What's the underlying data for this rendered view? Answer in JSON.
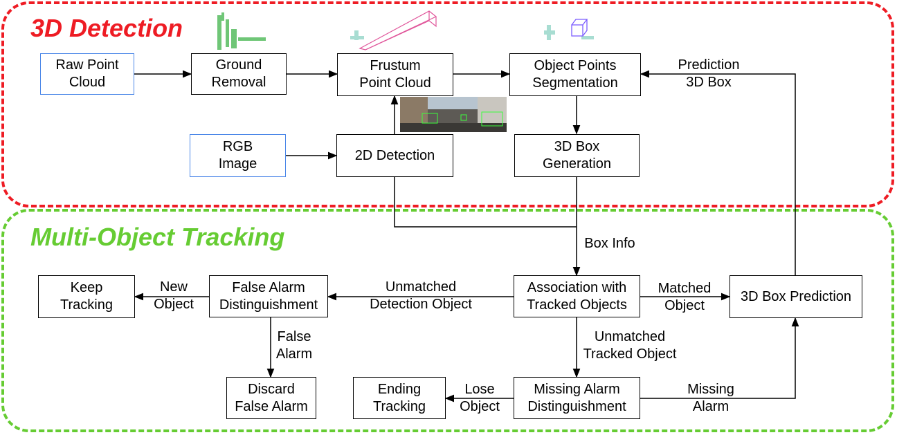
{
  "regions": {
    "detection_title": "3D Detection",
    "tracking_title": "Multi-Object Tracking"
  },
  "boxes": {
    "raw_point_cloud": "Raw Point\nCloud",
    "ground_removal": "Ground\nRemoval",
    "frustum_point_cloud": "Frustum\nPoint Cloud",
    "object_points_segmentation": "Object Points\nSegmentation",
    "rgb_image": "RGB\nImage",
    "detection_2d": "2D Detection",
    "box_generation_3d": "3D Box\nGeneration",
    "keep_tracking": "Keep\nTracking",
    "false_alarm_distinguishment": "False Alarm\nDistinguishment",
    "association": "Association with\nTracked Objects",
    "box_prediction_3d": "3D Box Prediction",
    "discard_false_alarm": "Discard\nFalse Alarm",
    "ending_tracking": "Ending\nTracking",
    "missing_alarm_distinguishment": "Missing Alarm\nDistinguishment"
  },
  "edge_labels": {
    "prediction_3d_box": "Prediction\n3D Box",
    "box_info": "Box Info",
    "new_object": "New\nObject",
    "unmatched_detection_object": "Unmatched\nDetection Object",
    "matched_object": "Matched\nObject",
    "false_alarm": "False\nAlarm",
    "unmatched_tracked_object": "Unmatched\nTracked Object",
    "lose_object": "Lose\nObject",
    "missing_alarm": "Missing\nAlarm"
  },
  "colors": {
    "detection_region": "#ee1c24",
    "tracking_region": "#66cc33",
    "input_box_border": "#4a86e8"
  }
}
